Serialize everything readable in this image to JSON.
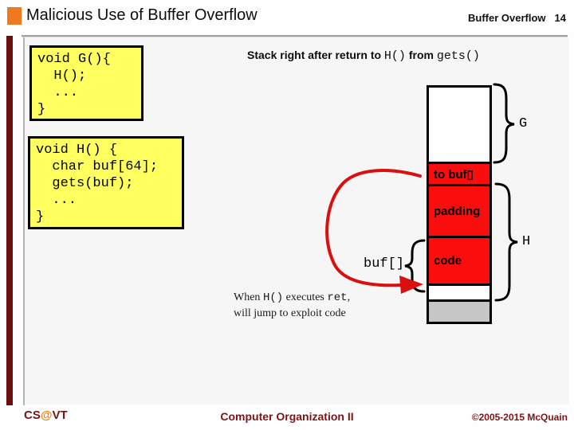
{
  "header": {
    "title": "Malicious Use of Buffer Overflow",
    "page_label": "Buffer Overflow",
    "page_number": "14"
  },
  "code_box_g": {
    "lines": [
      "void G(){",
      "  H();",
      "  ...",
      "}"
    ]
  },
  "code_box_h": {
    "lines": [
      "void H() {",
      "  char buf[64];",
      "  gets(buf);",
      "  ...",
      "}"
    ]
  },
  "caption": {
    "p1": "Stack right after return to ",
    "mono1": "H()",
    "p2": " from ",
    "mono2": "gets()"
  },
  "stack": {
    "to_buf_label": "to buf▯",
    "padding_label": "padding",
    "code_label": "code",
    "brace_g_label": "G",
    "brace_h_label": "H",
    "buf_brace_label": "buf[]"
  },
  "note": {
    "p1": "When ",
    "mono1": "H()",
    "p2": " executes ",
    "mono2": "ret",
    "p3": ",",
    "line2": "will jump to exploit code"
  },
  "footer": {
    "cs": "CS",
    "at": "@",
    "vt": "VT",
    "center": "Computer Organization II",
    "right": "©2005-2015 McQuain"
  },
  "colors": {
    "accent_orange": "#f0781e",
    "maroon": "#7a1416",
    "maroon_bar": "#6b0e10",
    "code_box_yellow": "#ffff60",
    "stack_red": "#f90d0d",
    "stack_gray": "#c6c6c6",
    "arrow_red": "#da1010",
    "rule_gray": "#a0a0a0"
  }
}
